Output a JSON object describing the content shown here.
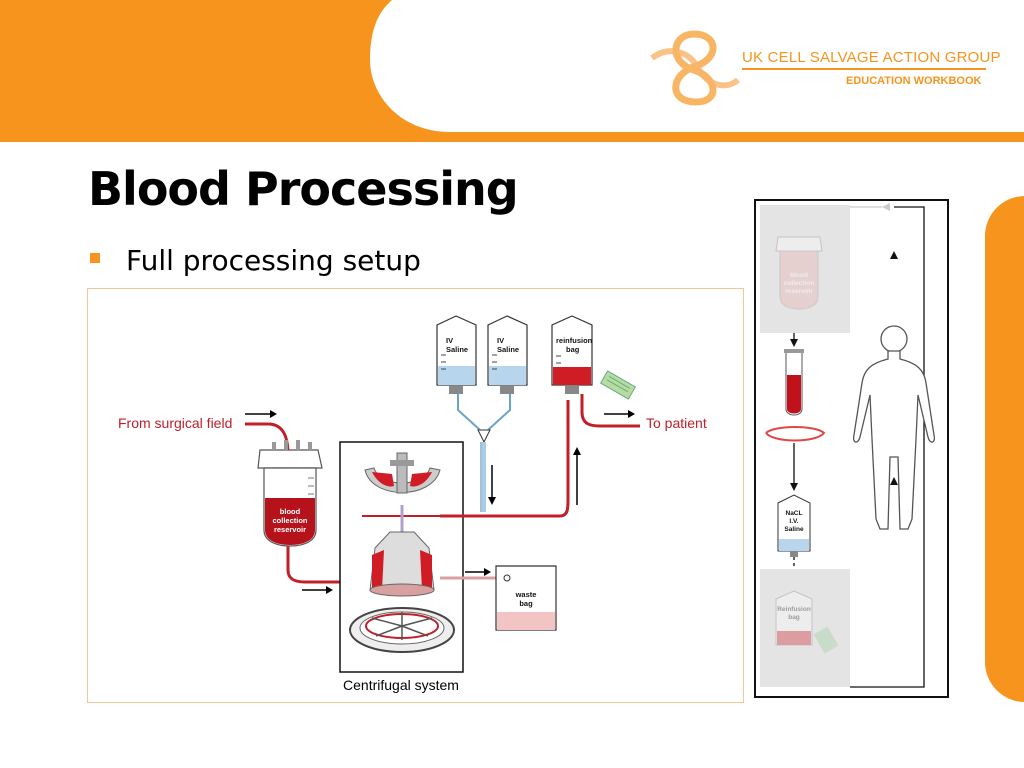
{
  "header": {
    "org_name": "UK CELL SALVAGE ACTION GROUP",
    "org_sub": "EDUCATION WORKBOOK",
    "logo_icon": "figure-eight-swirl-logo",
    "brand_color": "#f7941d"
  },
  "slide": {
    "title": "Blood Processing",
    "bullet": "Full processing setup"
  },
  "diagram": {
    "label_from": "From surgical field",
    "label_to": "To patient",
    "label_centrifugal": "Centrifugal system",
    "bag1_line1": "IV",
    "bag1_line2": "Saline",
    "bag2_line1": "IV",
    "bag2_line2": "Saline",
    "bag3_line1": "reinfusion",
    "bag3_line2": "bag",
    "reservoir_line1": "blood",
    "reservoir_line2": "collection",
    "reservoir_line3": "reservoir",
    "waste_line1": "waste",
    "waste_line2": "bag",
    "blood_color": "#d01c24",
    "saline_color": "#a9cde8"
  },
  "side_panel": {
    "reservoir_line1": "blood",
    "reservoir_line2": "collection",
    "reservoir_line3": "reservoir",
    "nacl_line1": "NaCL",
    "nacl_line2": "I.V.",
    "nacl_line3": "Saline",
    "reinfusion_line1": "Reinfusion",
    "reinfusion_line2": "bag"
  }
}
